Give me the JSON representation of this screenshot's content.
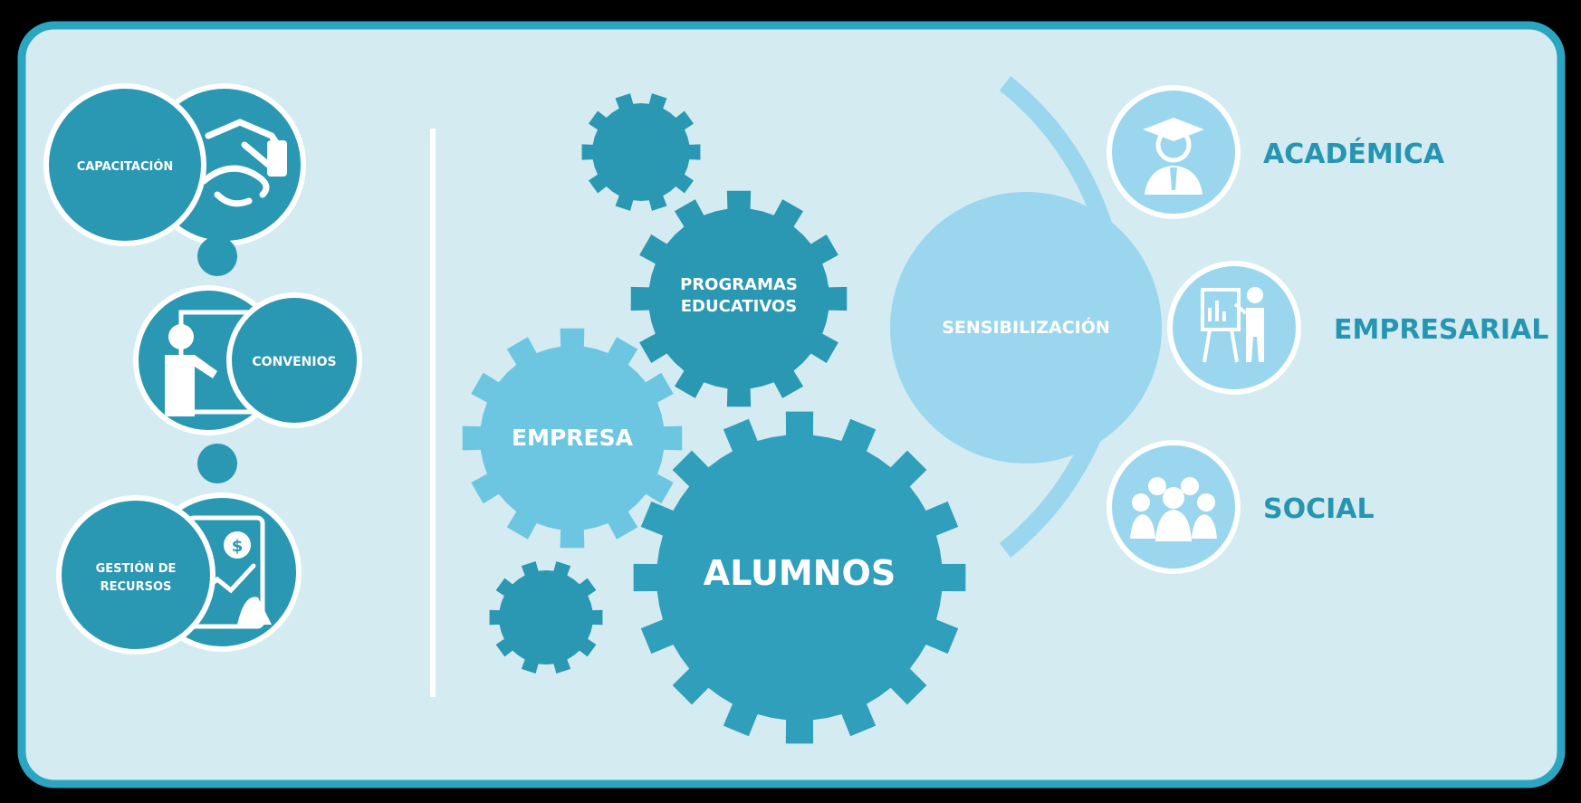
{
  "left_column": {
    "capacitacion": "CAPACITACIÓN",
    "convenios": "CONVENIOS",
    "gestion_line1": "GESTIÓN DE",
    "gestion_line2": "RECURSOS"
  },
  "gears": {
    "programas_line1": "PROGRAMAS",
    "programas_line2": "EDUCATIVOS",
    "empresa": "EMPRESA",
    "alumnos": "ALUMNOS"
  },
  "center": {
    "sensibilizacion": "SENSIBILIZACIÓN"
  },
  "right_column": {
    "academica": "ACADÉMICA",
    "empresarial": "EMPRESARIAL",
    "social": "SOCIAL"
  },
  "colors": {
    "background": "#d4ebf1",
    "frame": "#2ba5c0",
    "dark_teal": "#2a97b3",
    "mid_teal": "#2f9fbc",
    "light_blue": "#6cc6e2",
    "pale_blue": "#9bd6ef",
    "label_text": "#2795b2",
    "white": "#ffffff"
  },
  "icons": {
    "capacitacion": "handshake-icon",
    "convenios": "teacher-board-icon",
    "gestion": "tablet-money-icon",
    "academica": "graduate-icon",
    "empresarial": "presentation-icon",
    "social": "group-icon"
  }
}
